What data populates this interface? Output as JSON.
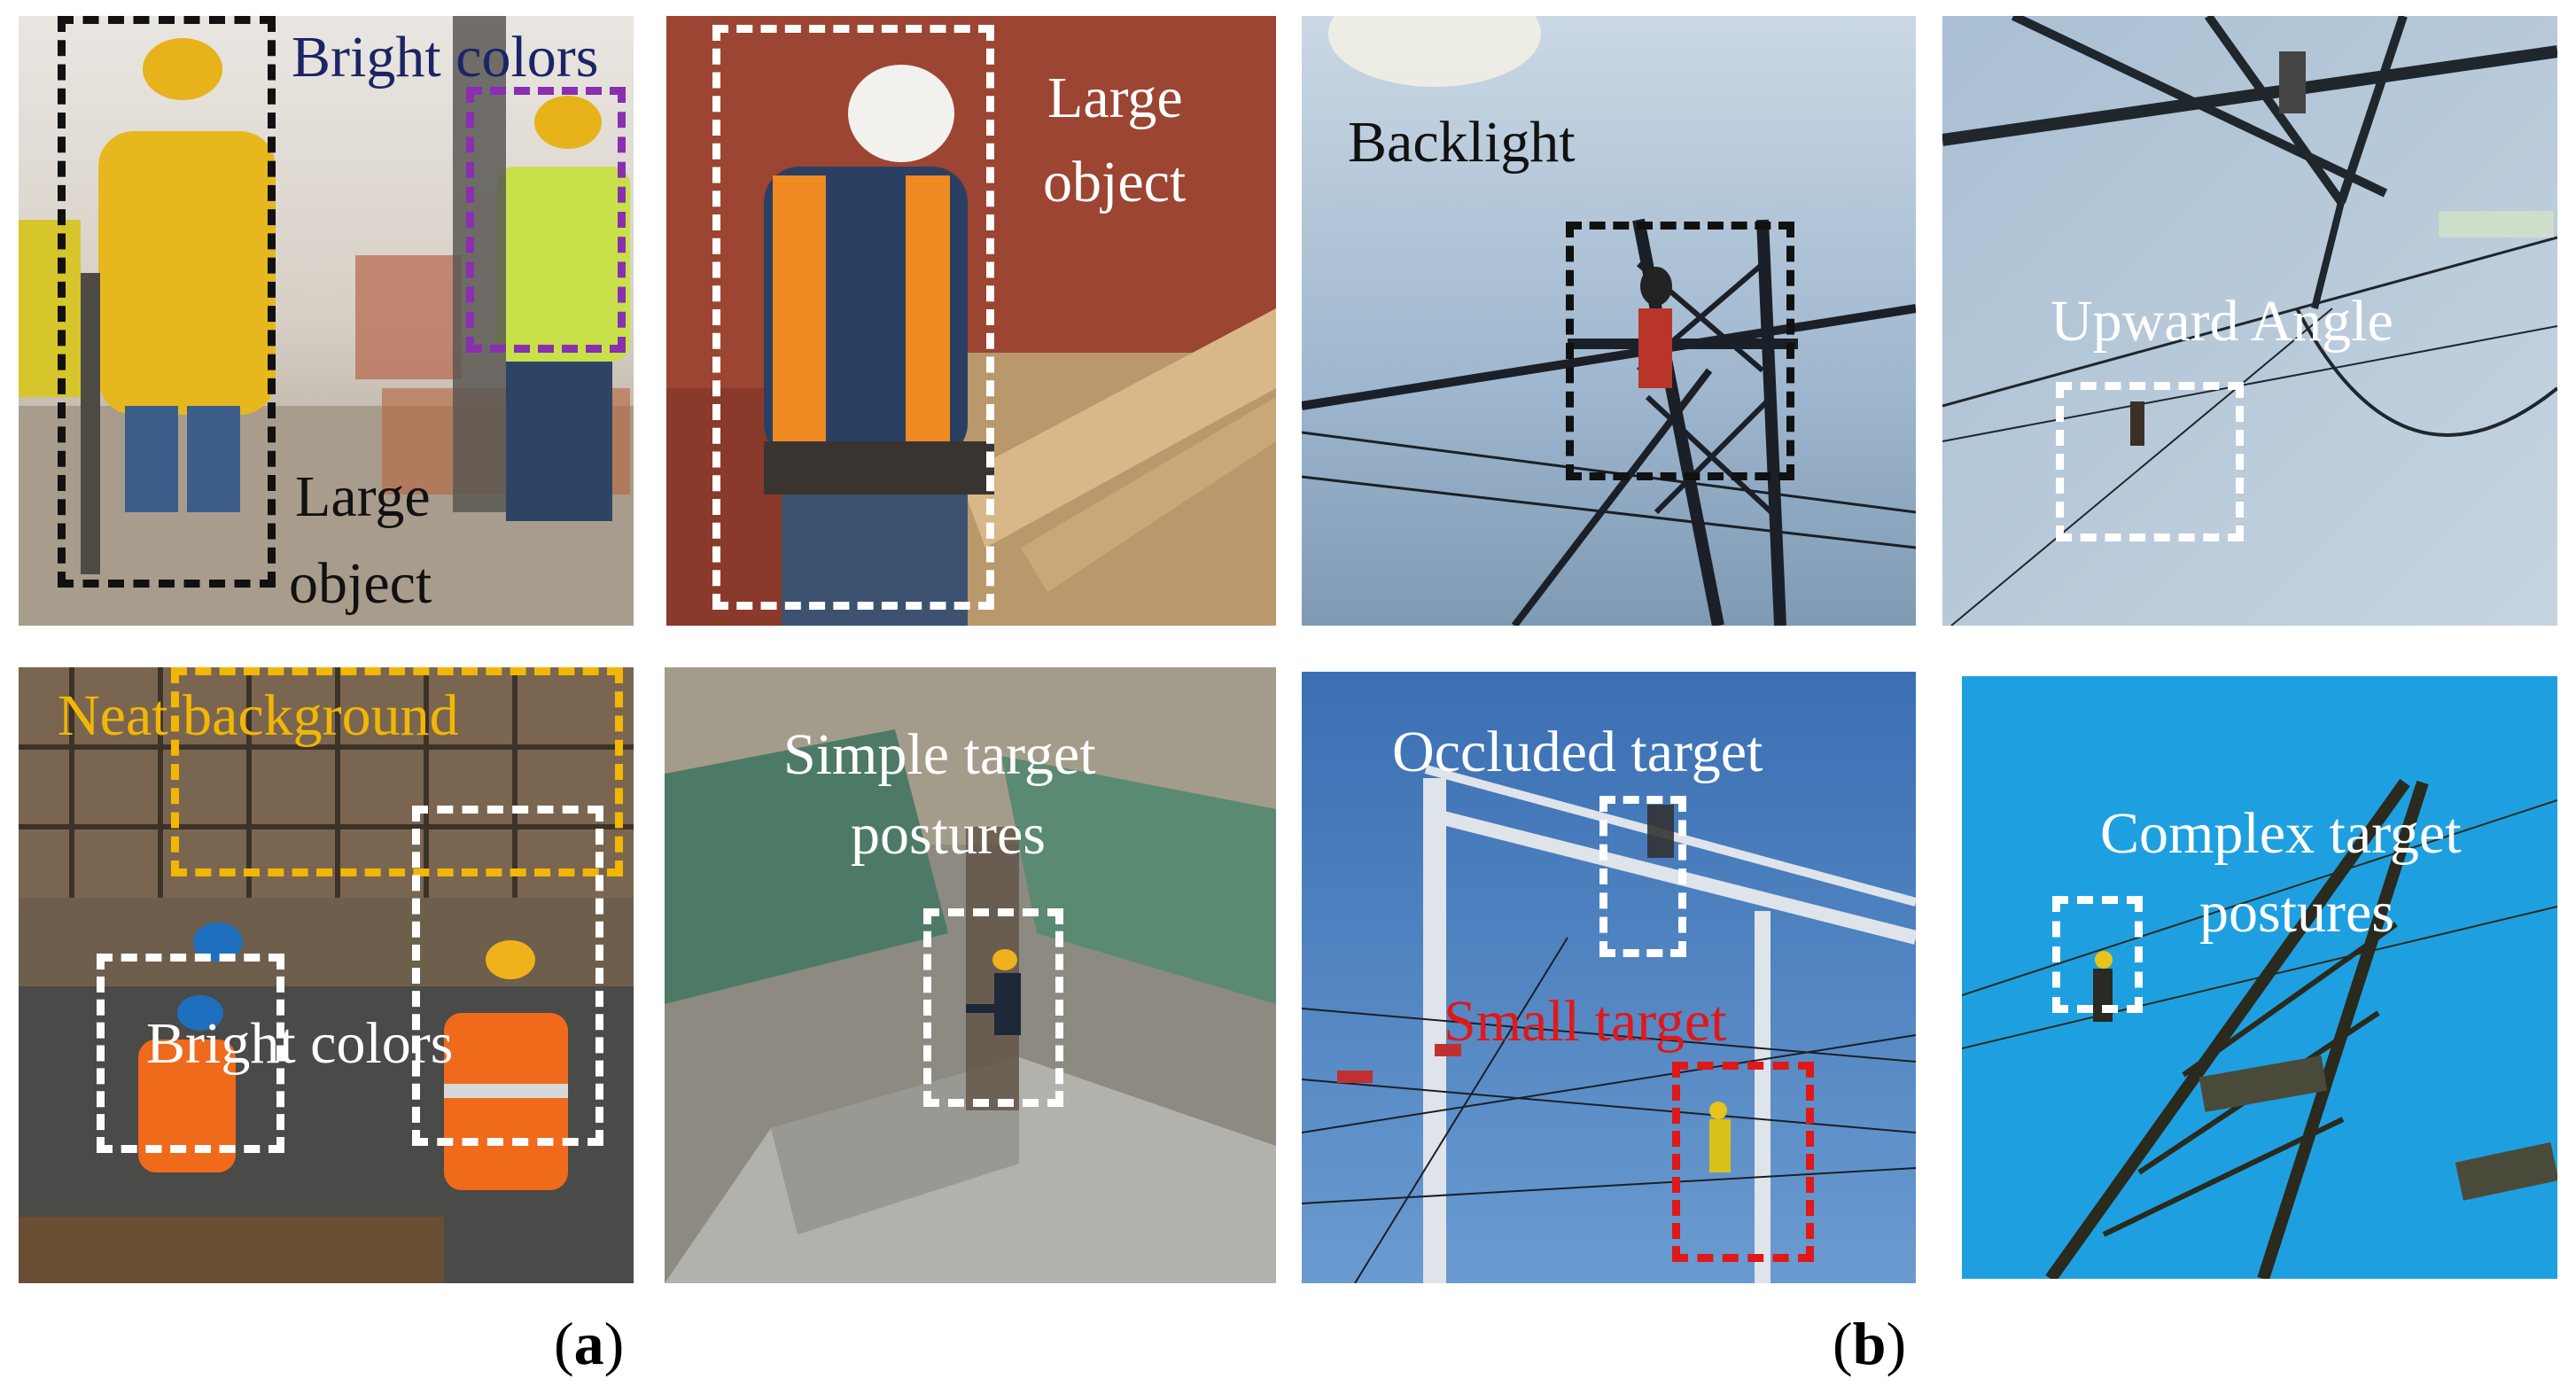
{
  "colors": {
    "white_box": "#ffffff",
    "black_box": "#111111",
    "purple_box": "#8a2fb0",
    "orange_box": "#f2b705",
    "red_box": "#e01818",
    "navy_text": "#1b2466",
    "orange_text": "#f2b705",
    "red_text": "#e01818"
  },
  "panels": {
    "a1": {
      "label_bright": "Bright colors",
      "label_large_1": "Large",
      "label_large_2": "object"
    },
    "a2": {
      "label_large_1": "Large",
      "label_large_2": "object"
    },
    "a3": {
      "label_neat": "Neat background",
      "label_bright": "Bright colors"
    },
    "a4": {
      "label_simple_1": "Simple target",
      "label_simple_2": "postures"
    },
    "b1": {
      "label_backlight": "Backlight"
    },
    "b2": {
      "label_upward": "Upward Angle"
    },
    "b3": {
      "label_occluded": "Occluded target",
      "label_small": "Small target"
    },
    "b4": {
      "label_complex_1": "Complex target",
      "label_complex_2": "postures"
    }
  },
  "captions": {
    "a": {
      "open": "(",
      "letter": "a",
      "close": ")"
    },
    "b": {
      "open": "(",
      "letter": "b",
      "close": ")"
    }
  }
}
